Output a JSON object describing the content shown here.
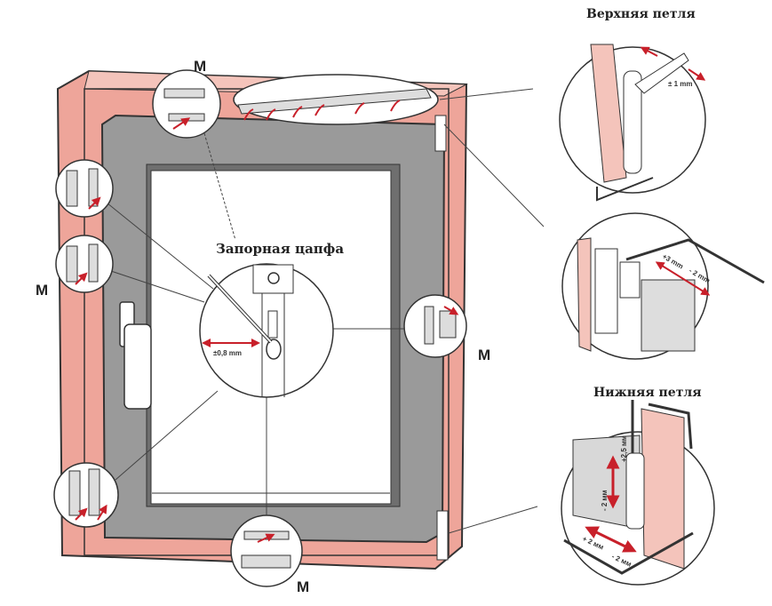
{
  "labels": {
    "top_hinge": "Верхняя петля",
    "bottom_hinge": "Нижняя петля",
    "locking_pin": "Запорная цапфа",
    "marker_m": "M"
  },
  "dimensions": {
    "top_hinge_adjust": "± 1 mm",
    "middle_hinge_adjust_plus": "+3 mm",
    "middle_hinge_adjust_minus": "- 2 mm",
    "locking_pin_adjust": "±0,8 mm",
    "bottom_hinge_vertical_plus": "+2,5 мм",
    "bottom_hinge_vertical_minus": "- 2 мм",
    "bottom_hinge_horizontal_plus": "+ 2 мм",
    "bottom_hinge_horizontal_minus": "- 2 мм"
  },
  "colors": {
    "frame": "#eea59a",
    "sash": "#9a9a9a",
    "arrow": "#c8202a",
    "outline": "#333333"
  }
}
